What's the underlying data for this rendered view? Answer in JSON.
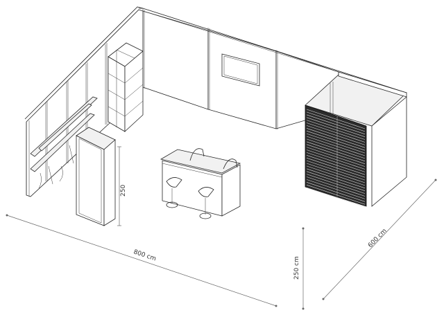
{
  "dimensions": {
    "width_label": "800 cm",
    "depth_label": "600 cm",
    "height_label": "250 cm",
    "column_height_label": "250"
  },
  "colors": {
    "line": "#222222",
    "dimension_line": "#666666",
    "background": "#ffffff"
  }
}
